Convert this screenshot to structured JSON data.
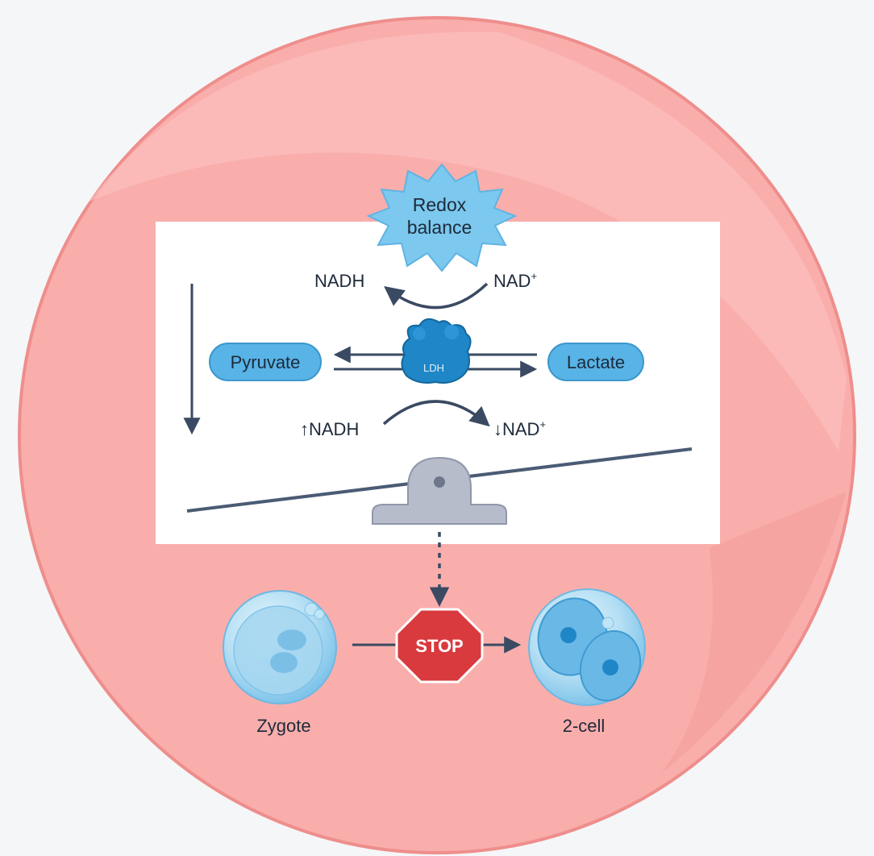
{
  "redox": {
    "line1": "Redox",
    "line2": "balance"
  },
  "cofactors_top": {
    "left": "NADH",
    "right_base": "NAD",
    "right_sup": "+"
  },
  "cofactors_bottom": {
    "left": "↑NADH",
    "right_base": "↓NAD",
    "right_sup": "+"
  },
  "metabolites": {
    "left": "Pyruvate",
    "right": "Lactate"
  },
  "enzyme": {
    "label": "LDH"
  },
  "stop_sign": {
    "label": "STOP"
  },
  "stages": {
    "left": "Zygote",
    "right": "2-cell"
  },
  "colors": {
    "circle_fill": "#f9aeac",
    "circle_stroke": "#ee8e8c",
    "panel": "#ffffff",
    "pill_fill": "#58b3e6",
    "burst_fill": "#7cc8ee",
    "enzyme_fill": "#1f86c7",
    "stop_fill": "#d83a3e",
    "arrow": "#3a4a62",
    "seesaw_base": "#b7bccb"
  }
}
